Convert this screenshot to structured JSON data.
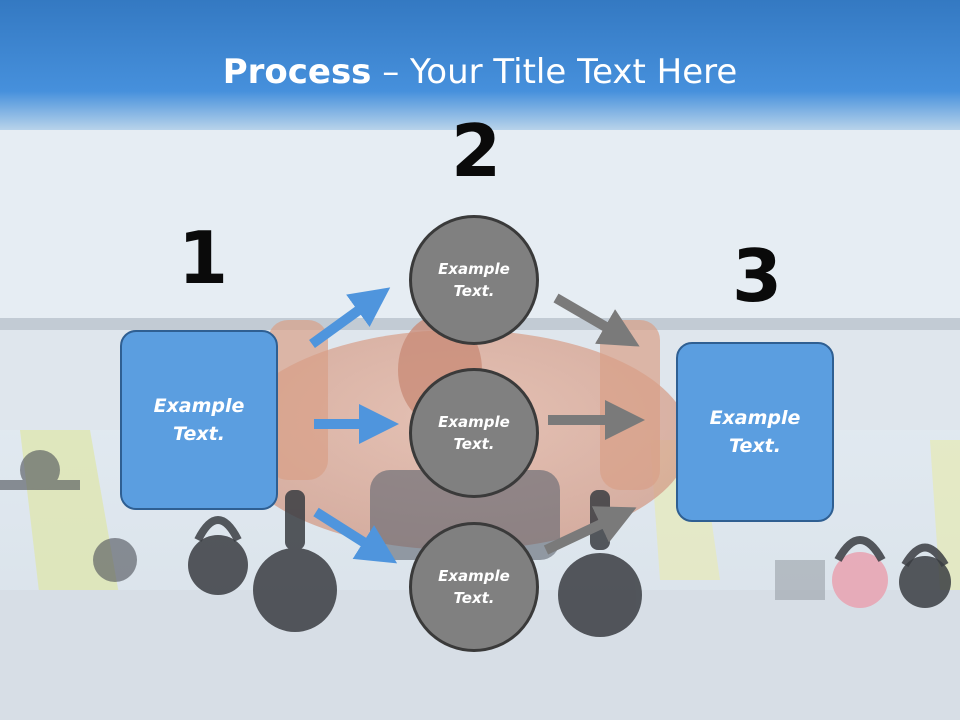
{
  "title": {
    "bold_part": "Process",
    "rest_part": " – Your Title Text Here"
  },
  "steps": [
    {
      "number": "1",
      "label": "Example\nText."
    },
    {
      "number": "2",
      "labels": [
        "Example\nText.",
        "Example\nText.",
        "Example\nText."
      ]
    },
    {
      "number": "3",
      "label": "Example\nText."
    }
  ],
  "colors": {
    "title_band": "#4690dc",
    "box_fill": "#5b9ee0",
    "box_border": "#2f5f92",
    "circle_fill": "#808080",
    "circle_border": "#3a3a3a",
    "arrow_blue": "#4f95dd",
    "arrow_gray": "#7a7a7a"
  }
}
